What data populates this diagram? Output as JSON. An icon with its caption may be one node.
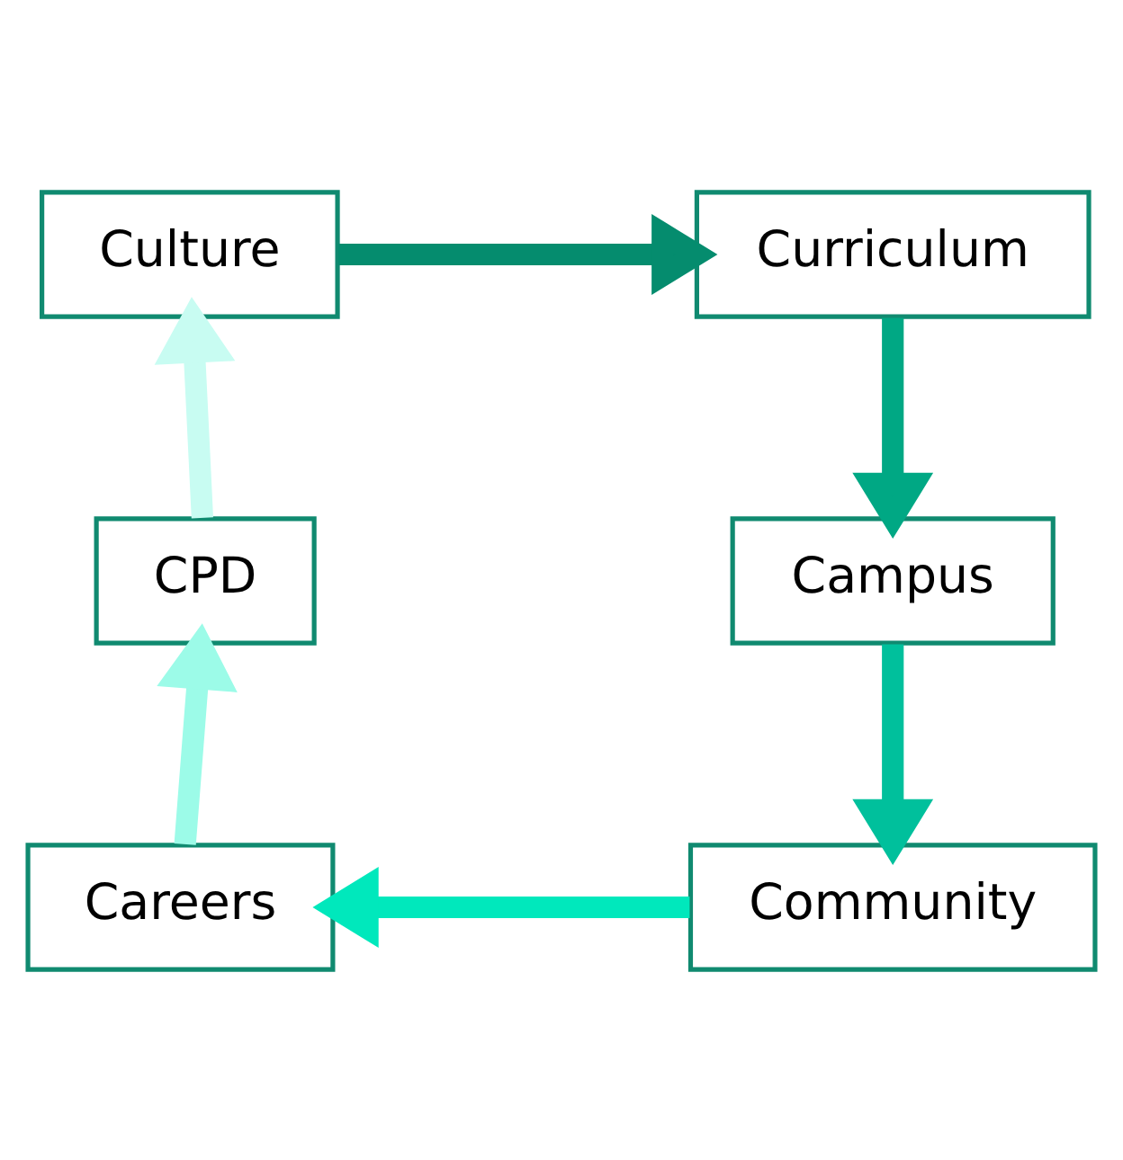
{
  "diagram": {
    "nodes": [
      {
        "text": [
          "Culture"
        ]
      },
      {
        "text": [
          "Curriculum"
        ]
      },
      {
        "text": [
          "Campus"
        ]
      },
      {
        "text": [
          "Community"
        ]
      },
      {
        "text": [
          "Careers"
        ]
      },
      {
        "text": [
          "CPD"
        ]
      }
    ],
    "edges": [
      {
        "from": 0,
        "to": 1,
        "arrow": "to",
        "color": "#058c6e"
      },
      {
        "from": 1,
        "to": 2,
        "arrow": "to",
        "color": "#00a884"
      },
      {
        "from": 2,
        "to": 3,
        "arrow": "to",
        "color": "#00c09c"
      },
      {
        "from": 3,
        "to": 4,
        "arrow": "to",
        "color": "#00e8bc"
      },
      {
        "from": 4,
        "to": 5,
        "arrow": "to",
        "color": "#9cfbe8"
      },
      {
        "from": 5,
        "to": 0,
        "arrow": "to",
        "color": "#c8fcf2"
      }
    ]
  }
}
